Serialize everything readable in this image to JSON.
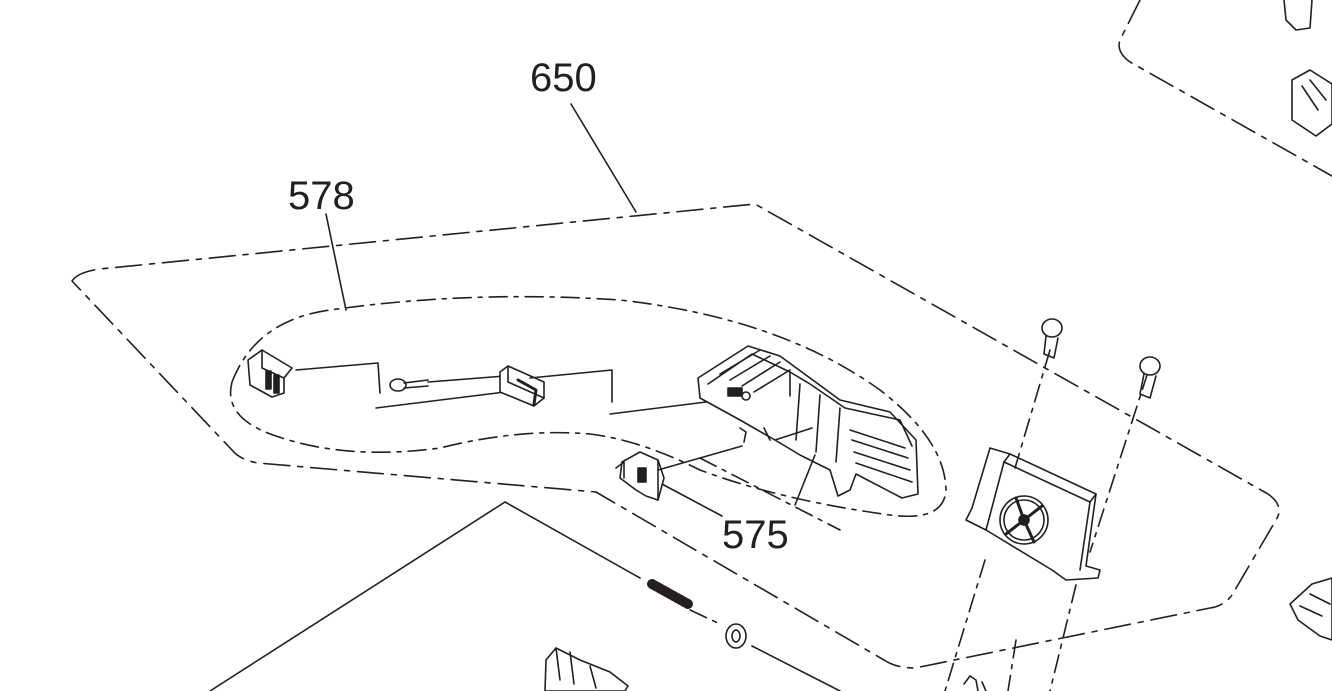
{
  "diagram": {
    "callouts": [
      {
        "id": "650",
        "text": "650"
      },
      {
        "id": "578",
        "text": "578"
      },
      {
        "id": "575",
        "text": "575"
      }
    ],
    "line_color": "#231f20",
    "background": "#ffffff"
  }
}
